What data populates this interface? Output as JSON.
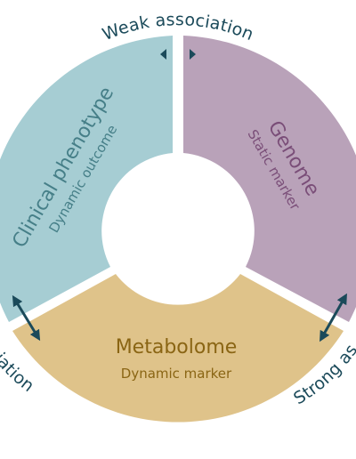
{
  "colors": {
    "clinical": "#a6cdd3",
    "genome": "#b9a2b9",
    "metabolome": "#dfc38a",
    "clinical_text": "#467f88",
    "genome_text": "#7a4e78",
    "metabolome_text": "#8a6514",
    "assoc_text": "#1b4a5a",
    "arrow": "#1b4a5a"
  },
  "segments": {
    "clinical": {
      "title": "Clinical phenotype",
      "subtitle": "Dynamic outcome"
    },
    "genome": {
      "title": "Genome",
      "subtitle": "Static marker"
    },
    "metabolome": {
      "title": "Metabolome",
      "subtitle": "Dynamic marker"
    }
  },
  "associations": {
    "top": "Weak association",
    "left": "ociation",
    "right": "Strong as"
  },
  "icons": [
    "double-arrow-icon",
    "double-arrow-icon",
    "double-arrow-icon"
  ]
}
